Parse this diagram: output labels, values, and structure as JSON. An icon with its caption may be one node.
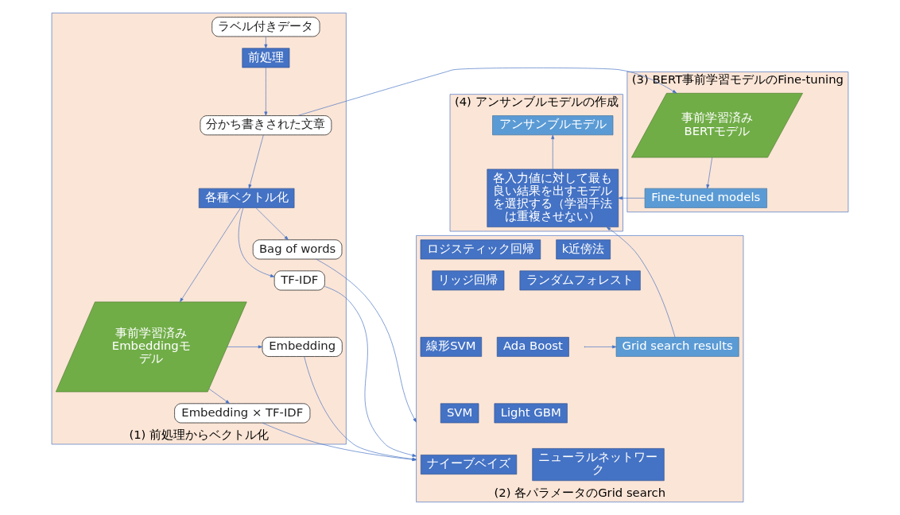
{
  "diagram": {
    "nodes": [
      {
        "text": [
          "(1) 前処理からベクトル化"
        ]
      },
      {
        "text": [
          "ラベル付きデータ"
        ],
        "in": 0
      },
      {
        "text": [
          "前処理"
        ],
        "in": 0
      },
      {
        "text": [
          "分かち書きされた文章"
        ],
        "in": 0
      },
      {
        "text": [
          "各種ベクトル化"
        ],
        "in": 0
      },
      {
        "text": [
          "Bag of words"
        ],
        "in": 0
      },
      {
        "text": [
          "TF-IDF"
        ],
        "in": 0
      },
      {
        "text": [
          "事前学習済みEmbeddingモデル"
        ],
        "in": 0
      },
      {
        "text": [
          "Embedding"
        ],
        "in": 0
      },
      {
        "text": [
          "Embedding × TF-IDF"
        ],
        "in": 0
      },
      {
        "text": [
          "(3) BERT事前学習モデルのFine-tuning"
        ]
      },
      {
        "text": [
          "事前学習済みBERTモデル"
        ],
        "in": 10
      },
      {
        "text": [
          "Fine-tuned models"
        ],
        "in": 10
      },
      {
        "text": [
          "(4) アンサンブルモデルの作成"
        ]
      },
      {
        "text": [
          "アンサンブルモデル"
        ],
        "in": 13
      },
      {
        "text": [
          "各入力値に対して最も良い結果を出すモデルを選択する（学習手法は重複させない）"
        ],
        "in": 13
      },
      {
        "text": [
          "(2) 各パラメータのGrid search"
        ]
      },
      {
        "text": [
          "ロジスティック回帰"
        ],
        "in": 16
      },
      {
        "text": [
          "k近傍法"
        ],
        "in": 16
      },
      {
        "text": [
          "リッジ回帰"
        ],
        "in": 16
      },
      {
        "text": [
          "ランダムフォレスト"
        ],
        "in": 16
      },
      {
        "text": [
          "線形SVM"
        ],
        "in": 16
      },
      {
        "text": [
          "Ada Boost"
        ],
        "in": 16
      },
      {
        "text": [
          "SVM"
        ],
        "in": 16
      },
      {
        "text": [
          "Light GBM"
        ],
        "in": 16
      },
      {
        "text": [
          "ナイーブベイズ"
        ],
        "in": 16
      },
      {
        "text": [
          "ニューラルネットワーク"
        ],
        "in": 16
      },
      {
        "text": [
          "Grid search results"
        ],
        "in": 16
      }
    ],
    "edges": [
      {
        "from": 1,
        "to": 2,
        "arrow": "to"
      },
      {
        "from": 2,
        "to": 3,
        "arrow": "to"
      },
      {
        "from": 3,
        "to": 4,
        "arrow": "to"
      },
      {
        "from": 3,
        "to": 11,
        "arrow": "to"
      },
      {
        "from": 11,
        "to": 12,
        "arrow": "to"
      },
      {
        "from": 12,
        "to": 15,
        "arrow": "to"
      },
      {
        "from": 15,
        "to": 14,
        "arrow": "to"
      },
      {
        "from": 4,
        "to": 5,
        "arrow": "to"
      },
      {
        "from": 4,
        "to": 6,
        "arrow": "to"
      },
      {
        "from": 4,
        "to": 7,
        "arrow": "to"
      },
      {
        "from": 7,
        "to": 8,
        "arrow": "to"
      },
      {
        "from": 7,
        "to": 9,
        "arrow": "to"
      },
      {
        "from": 5,
        "to": 16,
        "arrow": "to"
      },
      {
        "from": 6,
        "to": 16,
        "arrow": "to"
      },
      {
        "from": 8,
        "to": 16,
        "arrow": "to"
      },
      {
        "from": 9,
        "to": 16,
        "arrow": "to"
      },
      {
        "from": null,
        "to": 27,
        "arrow": "to"
      },
      {
        "from": 27,
        "to": 15,
        "arrow": "to"
      }
    ]
  }
}
